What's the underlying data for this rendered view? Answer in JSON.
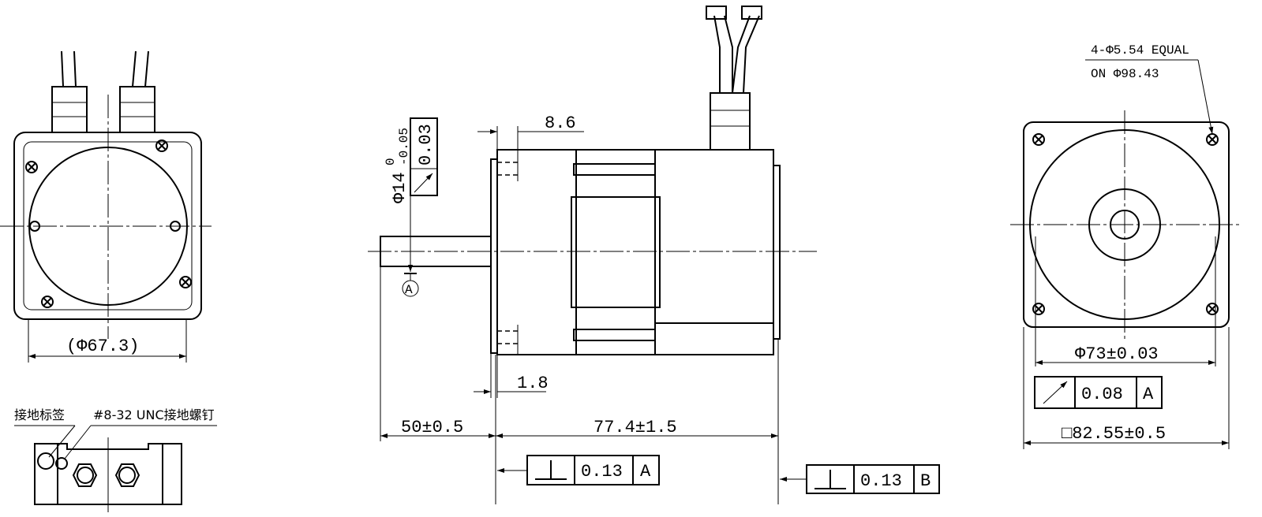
{
  "front_view": {
    "shell_diameter_label": "(Φ67.3)"
  },
  "connector_view": {
    "ground_label": "接地标签",
    "screw_label": "#8-32 UNC接地螺钉"
  },
  "side_view": {
    "shaft_diameter": "Φ14",
    "shaft_tol_upper": "0",
    "shaft_tol_lower": "-0.05",
    "runout_value": "0.03",
    "datum_a": "A",
    "dim_8_6": "8.6",
    "dim_1_8": "1.8",
    "dim_shaft_length": "50±0.5",
    "dim_body_length": "77.4±1.5",
    "perp_frame_1": {
      "value": "0.13",
      "datum": "A"
    },
    "perp_frame_2": {
      "value": "0.13",
      "datum": "B"
    }
  },
  "end_view": {
    "hole_note_1": "4-Φ5.54 EQUAL",
    "hole_note_2": "ON Φ98.43",
    "pilot_diameter": "Φ73±0.03",
    "runout_value": "0.08",
    "runout_datum": "A",
    "square_size": "□82.55±0.5"
  }
}
